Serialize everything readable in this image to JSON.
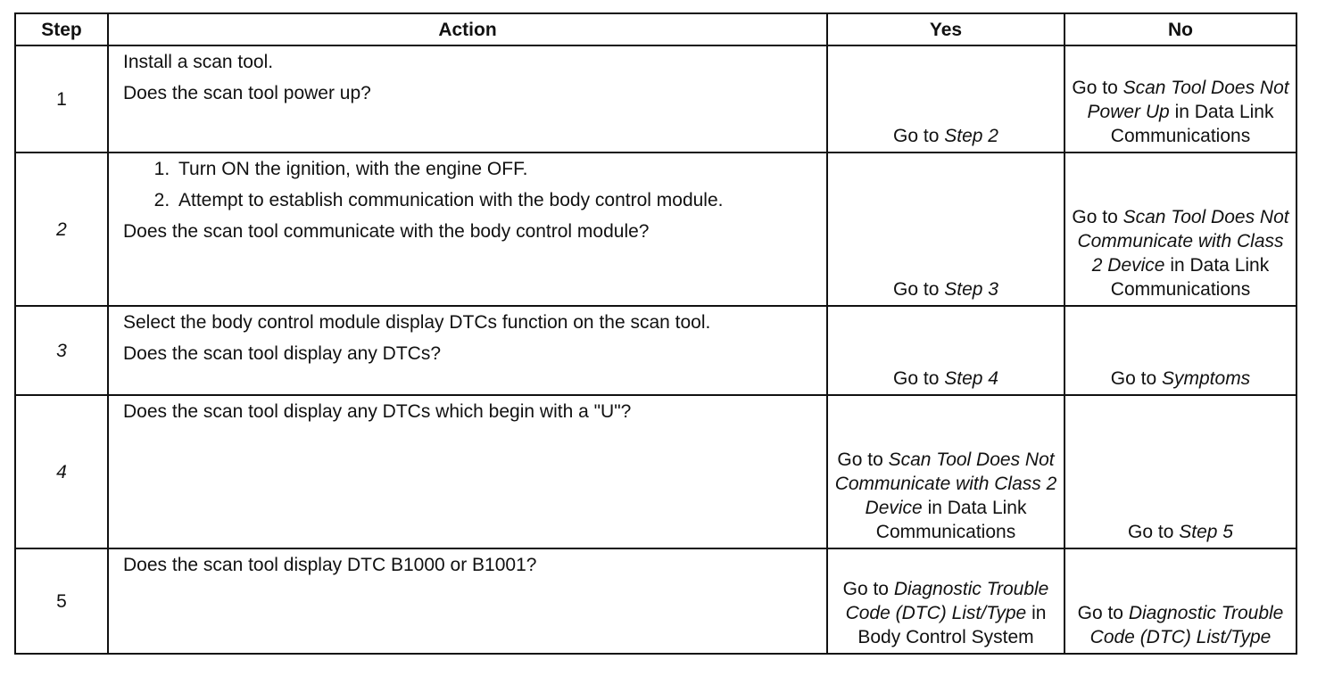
{
  "headers": {
    "step": "Step",
    "action": "Action",
    "yes": "Yes",
    "no": "No"
  },
  "rows": [
    {
      "step": "1",
      "action": {
        "lines": [
          "Install a scan tool.",
          "Does the scan tool power up?"
        ]
      },
      "yes": {
        "pre": "Go to ",
        "em": "Step 2",
        "post": ""
      },
      "no": {
        "pre": "Go to ",
        "em": "Scan Tool Does Not Power Up",
        "post": " in Data Link Communications"
      }
    },
    {
      "step": "2",
      "action": {
        "list": [
          "Turn ON the ignition, with the engine OFF.",
          "Attempt to establish communication with the body control module."
        ],
        "question": "Does the scan tool communicate with the body control module?"
      },
      "yes": {
        "pre": "Go to ",
        "em": "Step 3",
        "post": ""
      },
      "no": {
        "pre": "Go to ",
        "em": "Scan Tool Does Not Communicate with Class 2 Device",
        "post": " in Data Link Communications"
      }
    },
    {
      "step": "3",
      "action": {
        "lines": [
          "Select the body control module display DTCs function on the scan tool.",
          "Does the scan tool display any DTCs?"
        ]
      },
      "yes": {
        "pre": "Go to ",
        "em": "Step 4",
        "post": ""
      },
      "no": {
        "pre": "Go to ",
        "em": "Symptoms",
        "post": ""
      }
    },
    {
      "step": "4",
      "action": {
        "lines": [
          "Does the scan tool display any DTCs which begin with a \"U\"?"
        ]
      },
      "yes": {
        "pre": "Go to ",
        "em": "Scan Tool Does Not Communicate with Class 2 Device",
        "post": " in Data Link Communications"
      },
      "no": {
        "pre": "Go to ",
        "em": "Step 5",
        "post": ""
      }
    },
    {
      "step": "5",
      "action": {
        "lines": [
          "Does the scan tool display DTC B1000 or B1001?"
        ]
      },
      "yes": {
        "pre": "Go to ",
        "em": "Diagnostic Trouble Code (DTC) List/Type",
        "post": " in Body Control System"
      },
      "no": {
        "pre": "Go to ",
        "em": "Diagnostic Trouble Code (DTC) List/Type",
        "post": ""
      }
    }
  ]
}
